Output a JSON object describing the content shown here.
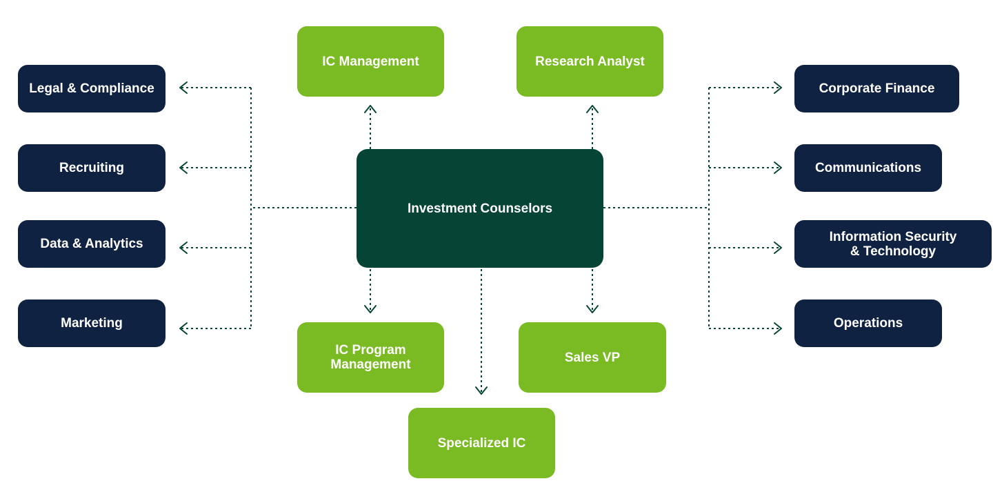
{
  "colors": {
    "hub": "#064436",
    "department": "#0f2242",
    "role": "#7aba22",
    "connector": "#064436",
    "text": "#ffffff"
  },
  "hub": {
    "label": "Investment Counselors"
  },
  "left_departments": [
    {
      "label": "Legal & Compliance"
    },
    {
      "label": "Recruiting"
    },
    {
      "label": "Data & Analytics"
    },
    {
      "label": "Marketing"
    }
  ],
  "right_departments": [
    {
      "label": "Corporate Finance"
    },
    {
      "label": "Communications"
    },
    {
      "label": "Information Security\n& Technology"
    },
    {
      "label": "Operations"
    }
  ],
  "top_roles": [
    {
      "label": "IC Management"
    },
    {
      "label": "Research Analyst"
    }
  ],
  "bottom_roles": [
    {
      "label": "IC Program\nManagement"
    },
    {
      "label": "Sales VP"
    },
    {
      "label": "Specialized IC"
    }
  ]
}
